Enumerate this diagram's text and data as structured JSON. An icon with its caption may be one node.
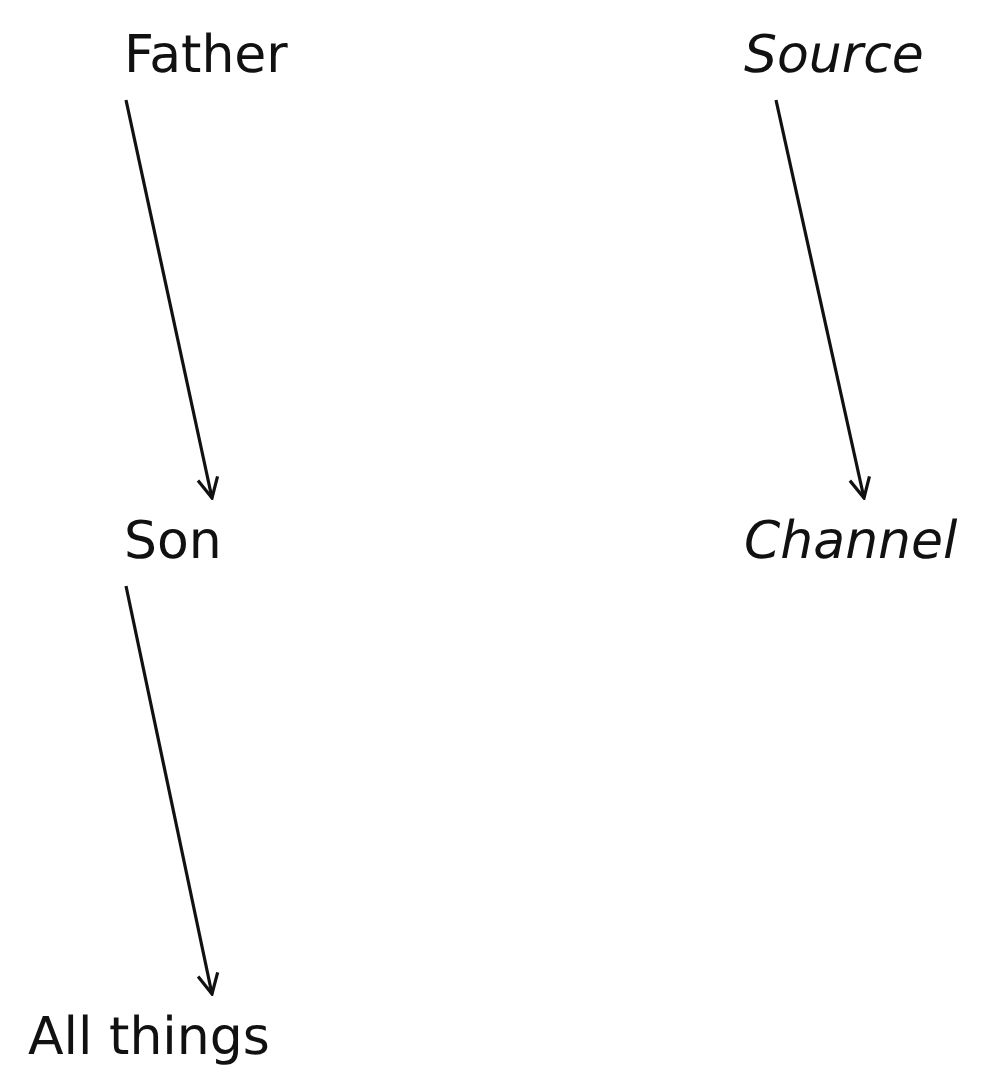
{
  "diagram": {
    "nodes": [
      {
        "text": [
          "Father"
        ]
      },
      {
        "text": [
          "Source"
        ]
      },
      {
        "text": [
          "Son"
        ]
      },
      {
        "text": [
          "Channel"
        ]
      },
      {
        "text": [
          "All things"
        ]
      }
    ],
    "edges": [
      {
        "from": 0,
        "to": 2,
        "arrow": "to"
      },
      {
        "from": 1,
        "to": 3,
        "arrow": "to"
      },
      {
        "from": 2,
        "to": 4,
        "arrow": "to"
      }
    ]
  }
}
